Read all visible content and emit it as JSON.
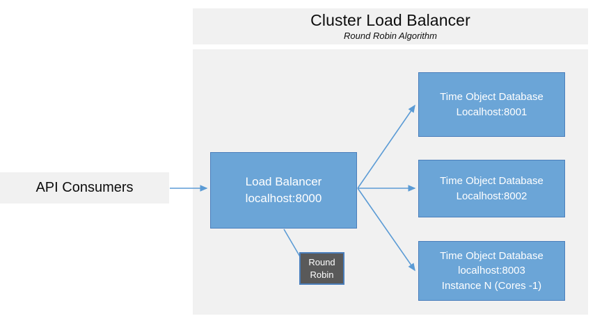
{
  "diagram": {
    "header": {
      "title": "Cluster Load Balancer",
      "subtitle": "Round Robin Algorithm"
    },
    "consumers": {
      "label": "API Consumers"
    },
    "load_balancer": {
      "line1": "Load Balancer",
      "line2": "localhost:8000"
    },
    "algorithm_note": {
      "line1": "Round",
      "line2": "Robin"
    },
    "databases": [
      {
        "line1": "Time Object Database",
        "line2": "Localhost:8001",
        "line3": ""
      },
      {
        "line1": "Time Object Database",
        "line2": "Localhost:8002",
        "line3": ""
      },
      {
        "line1": "Time Object Database",
        "line2": "localhost:8003",
        "line3": "Instance N (Cores -1)"
      }
    ],
    "colors": {
      "node_fill": "#6ba5d7",
      "node_border": "#4a7ebb",
      "panel_bg": "#f1f1f1",
      "note_fill": "#595959",
      "connector": "#5b9bd5",
      "text_dark": "#0d0d0d",
      "text_light": "#ffffff"
    }
  }
}
